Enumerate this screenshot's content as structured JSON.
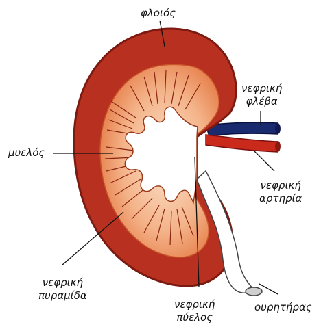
{
  "labels": {
    "cortex": "φλοιός",
    "renal_vein": [
      "νεφρική",
      "φλέβα"
    ],
    "medulla": "μυελός",
    "renal_artery": [
      "νεφρική",
      "αρτηρία"
    ],
    "renal_pyramid": [
      "νεφρική",
      "πυραμίδα"
    ],
    "renal_pelvis": [
      "νεφρική",
      "πύελος"
    ],
    "ureter": "ουρητήρας"
  },
  "colors": {
    "cortex": "#b8301f",
    "cortex_edge": "#7a1a10",
    "medulla": "#f7c9a8",
    "pyramid": "#e8804f",
    "vein": "#1a2a6e",
    "artery": "#c92a1c",
    "pelvis": "#ffffff",
    "leader_line": "#111111"
  }
}
